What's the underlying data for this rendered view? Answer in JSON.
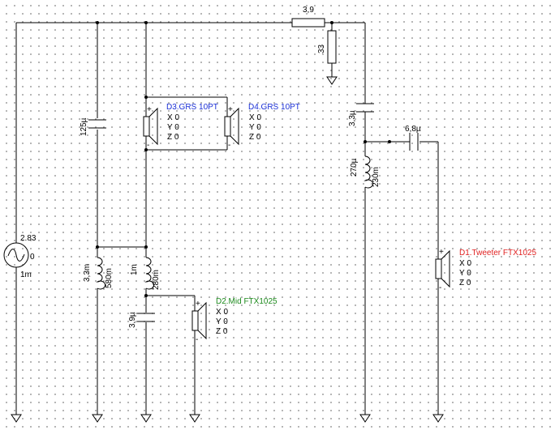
{
  "source": {
    "amplitude": "2.83",
    "phase": "0",
    "impedance": "1m"
  },
  "top_resistor": {
    "value": "3,9"
  },
  "shunt_resistor": {
    "value": "33"
  },
  "cap_left": {
    "value": "125µ"
  },
  "coil_left": {
    "inductance": "3,3m",
    "resistance": "580m"
  },
  "coil_mid": {
    "inductance": "1m",
    "resistance": "280m"
  },
  "cap_mid": {
    "value": "3,9µ"
  },
  "cap_right": {
    "value": "3,3µ"
  },
  "coil_right": {
    "inductance": "270µ",
    "resistance": "230m"
  },
  "cap_tweeter": {
    "value": "6,8µ"
  },
  "speakers": {
    "d3": {
      "label": "D3.GRS 10PT",
      "x": "X 0",
      "y": "Y 0",
      "z": "Z 0"
    },
    "d4": {
      "label": "D4.GRS 10PT",
      "x": "X 0",
      "y": "Y 0",
      "z": "Z 0"
    },
    "d2": {
      "label": "D2.Mid FTX1025",
      "x": "X 0",
      "y": "Y 0",
      "z": "Z 0"
    },
    "d1": {
      "label": "D1.Tweeter FTX1025",
      "x": "X 0",
      "y": "Y 0",
      "z": "Z 0"
    }
  },
  "colors": {
    "d3": "#1a2fd6",
    "d4": "#1a2fd6",
    "d2": "#1d8a1d",
    "d1": "#e02020"
  }
}
